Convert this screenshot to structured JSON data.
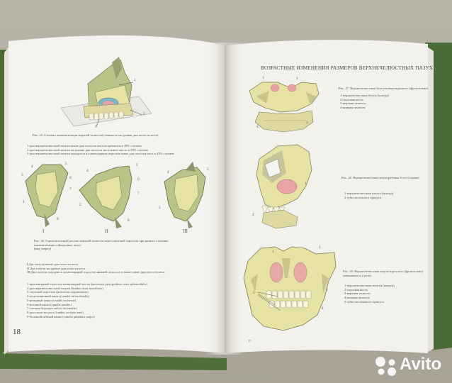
{
  "left_page": {
    "page_number": "18",
    "fig25_caption": "Рис. 25. Степени пневматизации верхней челюсти(сложность на уровне дна полости носа)",
    "fig25_stats": [
      "1-дно верхнечелюстной пазухи выше дна полости носа встречается в 18% случаев",
      "2-дно верхнечелюстной пазухи на уровне дна полости носа имеет место в 39% случаев",
      "3-дно верхнечелюстной пазухи находится в альвеолярном отростке ниже дна полости носа в 43% случаев"
    ],
    "fig26_caption": [
      "Рис. 26. Горизонтальный распил верхней челюсти через скуловой отросток при разных степенях",
      "пневматизации гайморовых пазух",
      "(вид сверху)"
    ],
    "fig26_levels": [
      "I.Дно пазухи выше дна полости носа",
      "II.Дно пазухи на уровне дна полости носа",
      "III.Дно пазухи опущено в альвеолярный отросток нижней челюсти и лежит ниже дна полости носа"
    ],
    "fig26_legend": [
      "1-крыловидный отросток клиновидной кости (processus pterygoideus ossis sphenoidalis)",
      "2-дно верхнечелюстной пазухи (fundus sinus maxillaris)",
      "3-скуловой отросток (processus zygomaticus)",
      "4-подглазничный канал (canalis infraorbitalis)",
      "5-резцовый канал (canalis incisivus)",
      "6-носовой канал (canalis nasalis)",
      "7-слезная борозда (sulcus lacrimalis)",
      "8-дно полости носа (fundus cavitatis nasi)",
      "9-большой небный канал (canalis palatinus major)"
    ],
    "fig25_markers": [
      "1",
      "2",
      "3"
    ],
    "fig26_markers": [
      "3",
      "4",
      "5",
      "6",
      "7",
      "8",
      "1",
      "2",
      "4",
      "5",
      "6",
      "7",
      "8",
      "2",
      "4",
      "5"
    ],
    "roman_numerals": [
      "I",
      "II",
      "III"
    ]
  },
  "right_page": {
    "header": "ВОЗРАСТНЫЕ ИЗМЕНЕНИЯ РАЗМЕРОВ ВЕРХНЕЧЕЛЮСТНЫХ ПАЗУХ",
    "fig27_caption": "Рис. 27. Верхнечелюстные бухты новорожденного (фронтально)",
    "fig27_legend": [
      "1-верхнечелюстные бухты (контур)",
      "2-скуловая кость",
      "3-верхняя челюсть",
      "4-нижняя челюсть"
    ],
    "fig27_markers": [
      "1",
      "2",
      "3",
      "4"
    ],
    "fig28_caption": "Рис. 28. Верхнечелюстная пазуха ребенка 6 лет (справа)",
    "fig28_legend": [
      "1-верхнечелюстная пазуха (контур)",
      "2-зубы молочного прикуса"
    ],
    "fig28_markers": [
      "1",
      "2"
    ],
    "fig29_caption": [
      "Рис. 29. Верхнечелюстная пазуха взрослого (фронтально)",
      "уменьшено в 2 раза)"
    ],
    "fig29_legend": [
      "1-верхнечелюстные пазухи (контур)",
      "2-скуловая кость",
      "3-верхняя челюсть",
      "4-нижняя челюсть",
      "5-зубы постоянного прикуса"
    ],
    "fig29_markers": [
      "1",
      "2",
      "3",
      "4",
      "5"
    ],
    "page_number_small": "17"
  },
  "watermark": {
    "text": "Avito",
    "icon": "avito-logo-icon"
  },
  "colors": {
    "paper_left": "#f4f3ef",
    "paper_right": "#f2f1ec",
    "bone_yellow": "#e6e2a4",
    "bone_green": "#b9c489",
    "bone_dark": "#8b946c",
    "sinus_pink": "#e9a3a7",
    "sinus_blue": "#7fb5c6",
    "book_cover_green": "#4b6b36",
    "background": "#b7b2a6"
  }
}
